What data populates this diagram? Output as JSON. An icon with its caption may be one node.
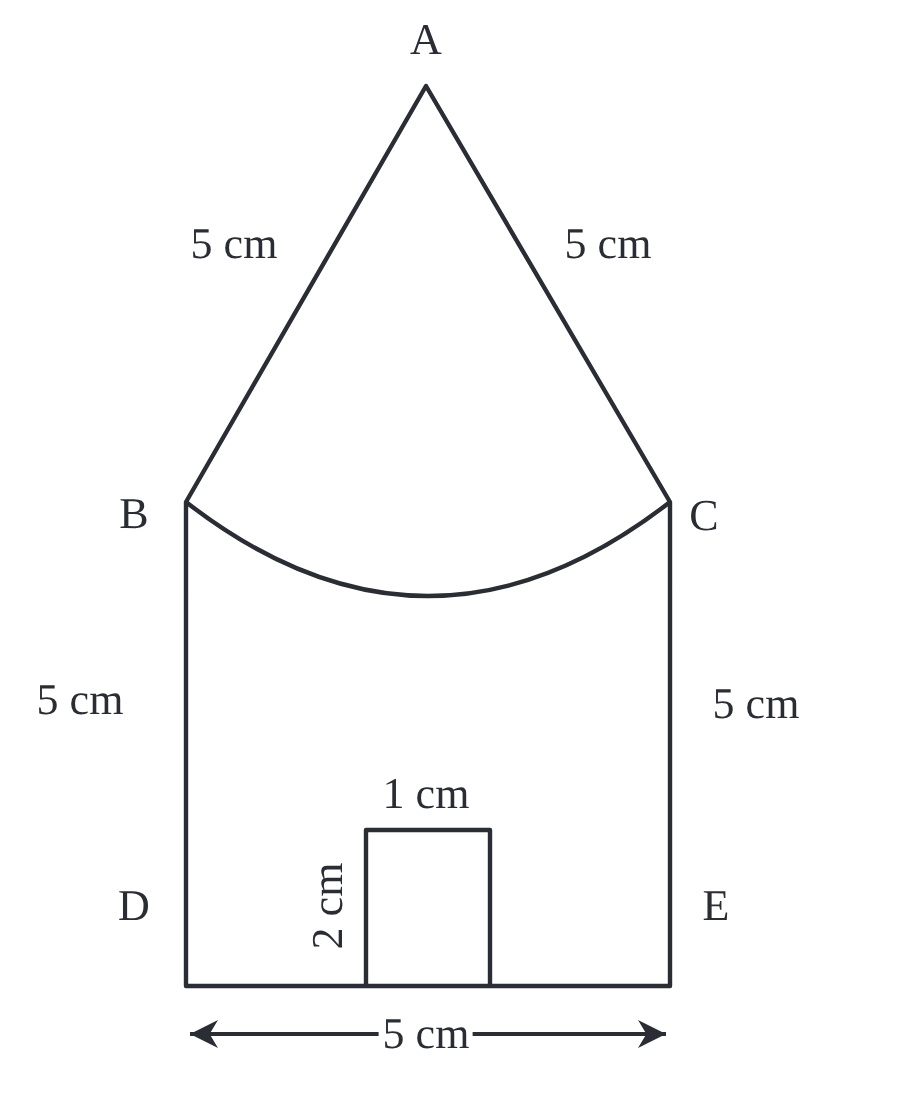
{
  "diagram": {
    "labels": [
      "A",
      "5 cm",
      "5 cm",
      "B",
      "C",
      "5 cm",
      "5 cm",
      "1 cm",
      "2 cm",
      "D",
      "E",
      "5 cm"
    ]
  }
}
